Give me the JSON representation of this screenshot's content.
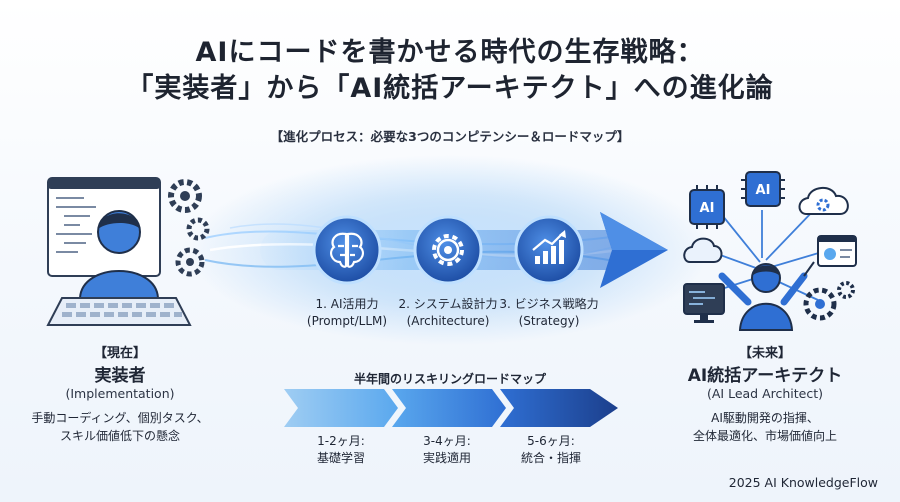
{
  "title": {
    "line1": "AIにコードを書かせる時代の生存戦略：",
    "line2": "「実装者」から「AI統括アーキテクト」への進化論"
  },
  "subtitle": "【進化プロセス：必要な3つのコンピテンシー＆ロードマップ】",
  "current": {
    "tag": "【現在】",
    "title": "実装者",
    "english": "(Implementation)",
    "desc_line1": "手動コーディング、個別タスク、",
    "desc_line2": "スキル価値低下の懸念"
  },
  "future": {
    "tag": "【未来】",
    "title": "AI統括アーキテクト",
    "english": "(AI Lead Architect)",
    "desc_line1": "AI駆動開発の指揮、",
    "desc_line2": "全体最適化、市場価値向上",
    "icon_texts": {
      "ai_left": "AI",
      "ai_center": "AI"
    }
  },
  "competencies": [
    {
      "name": "1. AI活用力",
      "sub": "(Prompt/LLM)",
      "icon": "brain-icon"
    },
    {
      "name": "2. システム設計力",
      "sub": "(Architecture)",
      "icon": "gear-icon"
    },
    {
      "name": "3. ビジネス戦略力",
      "sub": "(Strategy)",
      "icon": "growth-chart-icon"
    }
  ],
  "roadmap": {
    "title": "半年間のリスキリングロードマップ",
    "phases": [
      {
        "period": "1-2ヶ月:",
        "label": "基礎学習"
      },
      {
        "period": "3-4ヶ月:",
        "label": "実践適用"
      },
      {
        "period": "5-6ヶ月:",
        "label": "統合・指揮"
      }
    ]
  },
  "credit": "2025 AI KnowledgeFlow",
  "colors": {
    "primary_blue": "#2f6fd3",
    "light_blue": "#5aa8ee",
    "dark_blue": "#1f4fa8",
    "text": "#1d2433"
  }
}
